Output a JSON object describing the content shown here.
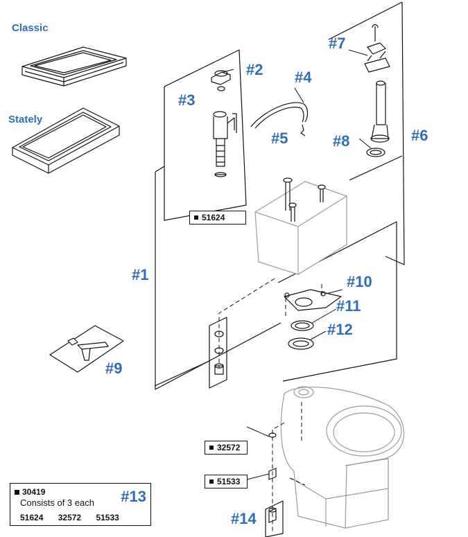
{
  "variants": {
    "classic": "Classic",
    "stately": "Stately"
  },
  "callouts": [
    "#1",
    "#2",
    "#3",
    "#4",
    "#5",
    "#6",
    "#7",
    "#8",
    "#9",
    "#10",
    "#11",
    "#12",
    "#14"
  ],
  "part_boxes": {
    "tank_bolt": "51624",
    "washer": "32572",
    "nut": "51533"
  },
  "kit": {
    "part_number": "30419",
    "description": "Consists of 3 each",
    "parts": [
      "51624",
      "32572",
      "51533"
    ],
    "callout": "#13"
  }
}
